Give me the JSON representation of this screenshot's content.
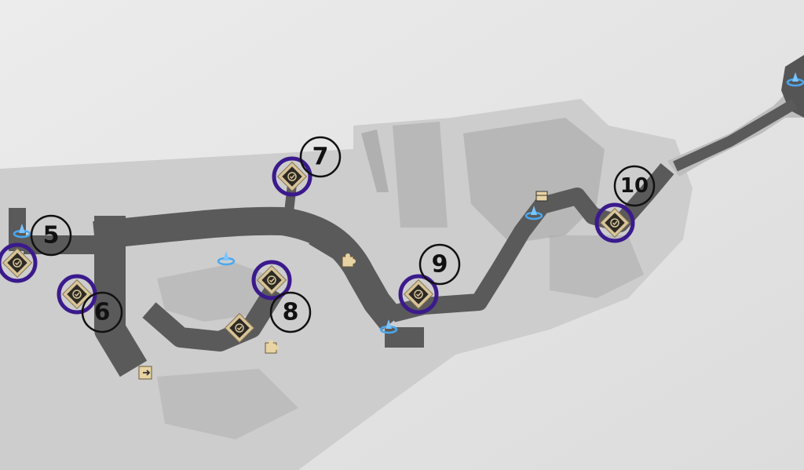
{
  "map": {
    "markers": [
      {
        "label": "5"
      },
      {
        "label": "6"
      },
      {
        "label": "7"
      },
      {
        "label": "8"
      },
      {
        "label": "9"
      },
      {
        "label": "10"
      }
    ]
  },
  "colors": {
    "background": "#e4e4e4",
    "land": "#cdcdcd",
    "path": "#5a5a5a",
    "highlight_ring": "#3b1a8c",
    "number_ring": "#111111",
    "objective_icon": "#d8c49a",
    "teleport_icon": "#4aa8f0"
  },
  "icons": [
    "objective-diamond-icon",
    "teleport-icon",
    "puzzle-icon",
    "exit-icon",
    "chest-icon"
  ]
}
